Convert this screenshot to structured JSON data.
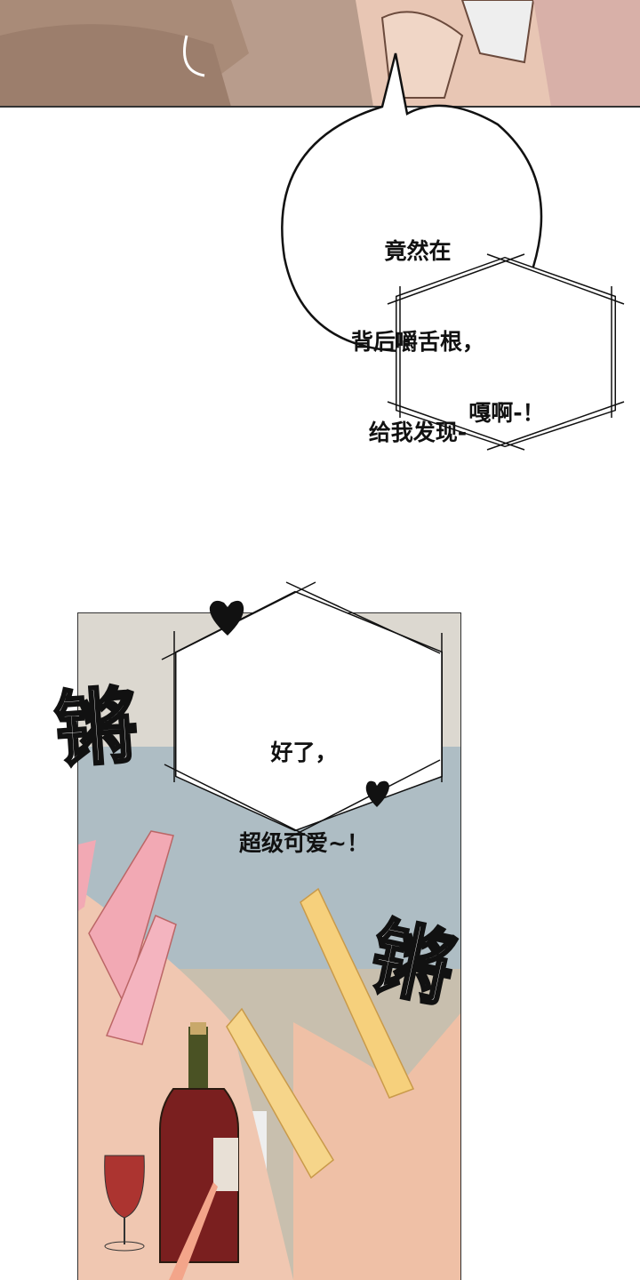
{
  "panels": [
    {
      "bubbles": [
        {
          "lines": [
            "竟然在",
            "背后嚼舌根，",
            "给我发现-"
          ]
        },
        {
          "lines": [
            "嘎啊-！"
          ]
        }
      ]
    },
    {
      "bubbles": [
        {
          "lines": [
            "好了，",
            "超级可爱~！"
          ]
        }
      ],
      "sfx": [
        "锵",
        "锵"
      ]
    }
  ],
  "colors": {
    "nail_pink": "#f2a9b4",
    "nail_yellow": "#f6d58a",
    "wine": "#7a1f1f",
    "bottle": "#3f4a1e",
    "pool": "#b9c6cc",
    "skin": "#e8c6b4"
  }
}
